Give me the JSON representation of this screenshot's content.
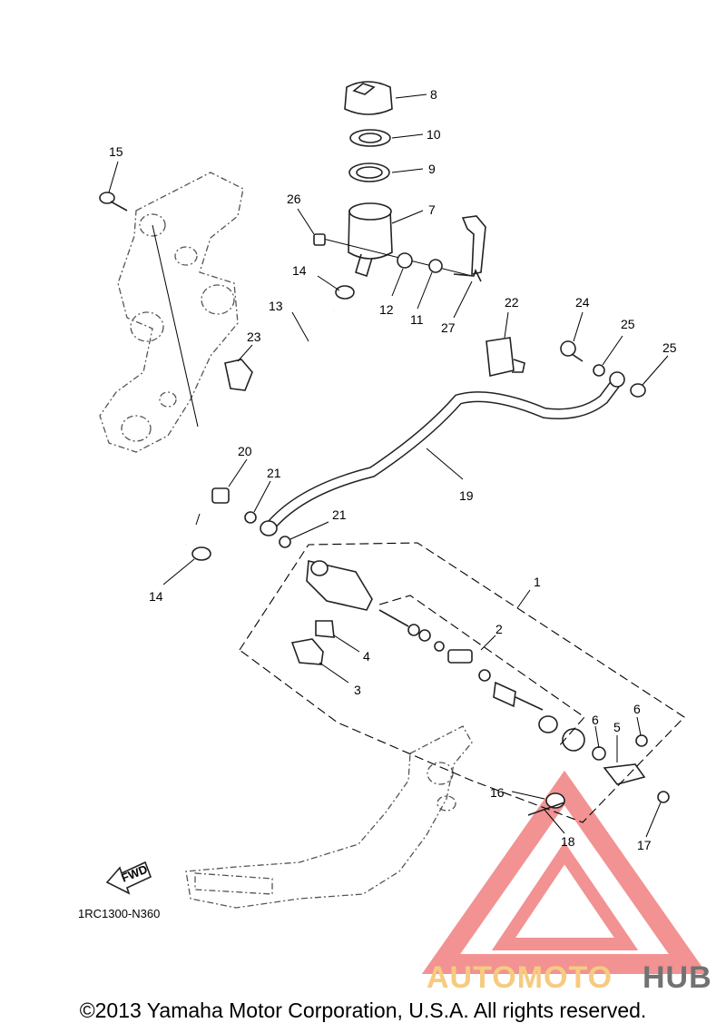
{
  "diagram": {
    "code": "1RC1300-N360",
    "fwd_label": "FWD",
    "copyright": "©2013 Yamaha Motor Corporation, U.S.A. All rights reserved.",
    "watermark": {
      "part1": "AUTOMOTO",
      "part2": "HUB",
      "color_primary": "#f08080",
      "color_secondary": "#f5c26b",
      "color_dark": "#5a5a5a"
    },
    "callouts": {
      "c1": "1",
      "c2": "2",
      "c3": "3",
      "c4": "4",
      "c5": "5",
      "c6a": "6",
      "c6b": "6",
      "c7": "7",
      "c8": "8",
      "c9": "9",
      "c10": "10",
      "c11": "11",
      "c12": "12",
      "c13": "13",
      "c14a": "14",
      "c14b": "14",
      "c15": "15",
      "c16": "16",
      "c17": "17",
      "c18": "18",
      "c19": "19",
      "c20": "20",
      "c21a": "21",
      "c21b": "21",
      "c22": "22",
      "c23": "23",
      "c24": "24",
      "c25a": "25",
      "c25b": "25",
      "c26": "26",
      "c27": "27"
    }
  }
}
